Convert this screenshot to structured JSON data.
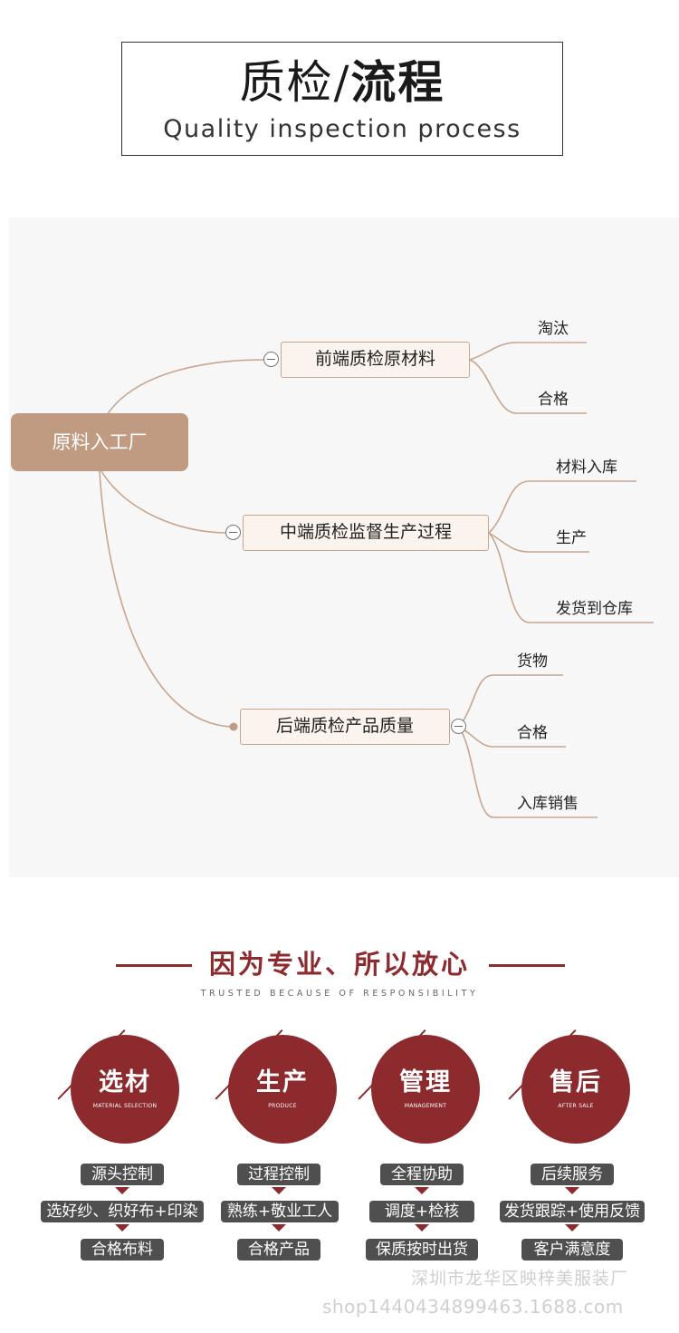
{
  "header": {
    "title_part1": "质检",
    "title_sep": "/",
    "title_part2": "流程",
    "subtitle": "Quality inspection process"
  },
  "mindmap": {
    "root": "原料入工厂",
    "branches": [
      {
        "label": "前端质检原材料",
        "leaves": [
          "淘汰",
          "合格"
        ]
      },
      {
        "label": "中端质检监督生产过程",
        "leaves": [
          "材料入库",
          "生产",
          "发货到仓库"
        ]
      },
      {
        "label": "后端质检产品质量",
        "leaves": [
          "货物",
          "合格",
          "入库销售"
        ]
      }
    ],
    "line_color": "#c8a58d"
  },
  "section": {
    "title": "因为专业、所以放心",
    "subtitle": "TRUSTED BECAUSE OF RESPONSIBILITY",
    "accent_color": "#8c2a2e",
    "columns": [
      {
        "title": "选材",
        "subtitle": "MATERIAL SELECTION",
        "steps": [
          "源头控制",
          "选好纱、织好布+印染",
          "合格布料"
        ]
      },
      {
        "title": "生产",
        "subtitle": "PRODUCE",
        "steps": [
          "过程控制",
          "熟练+敬业工人",
          "合格产品"
        ]
      },
      {
        "title": "管理",
        "subtitle": "MANAGEMENT",
        "steps": [
          "全程协助",
          "调度+检核",
          "保质按时出货"
        ]
      },
      {
        "title": "售后",
        "subtitle": "AFTER SALE",
        "steps": [
          "后续服务",
          "发货跟踪+使用反馈",
          "客户满意度"
        ]
      }
    ]
  },
  "watermark": {
    "line1": "深圳市龙华区映梓美服装厂",
    "line2": "shop1440434899463.1688.com"
  }
}
